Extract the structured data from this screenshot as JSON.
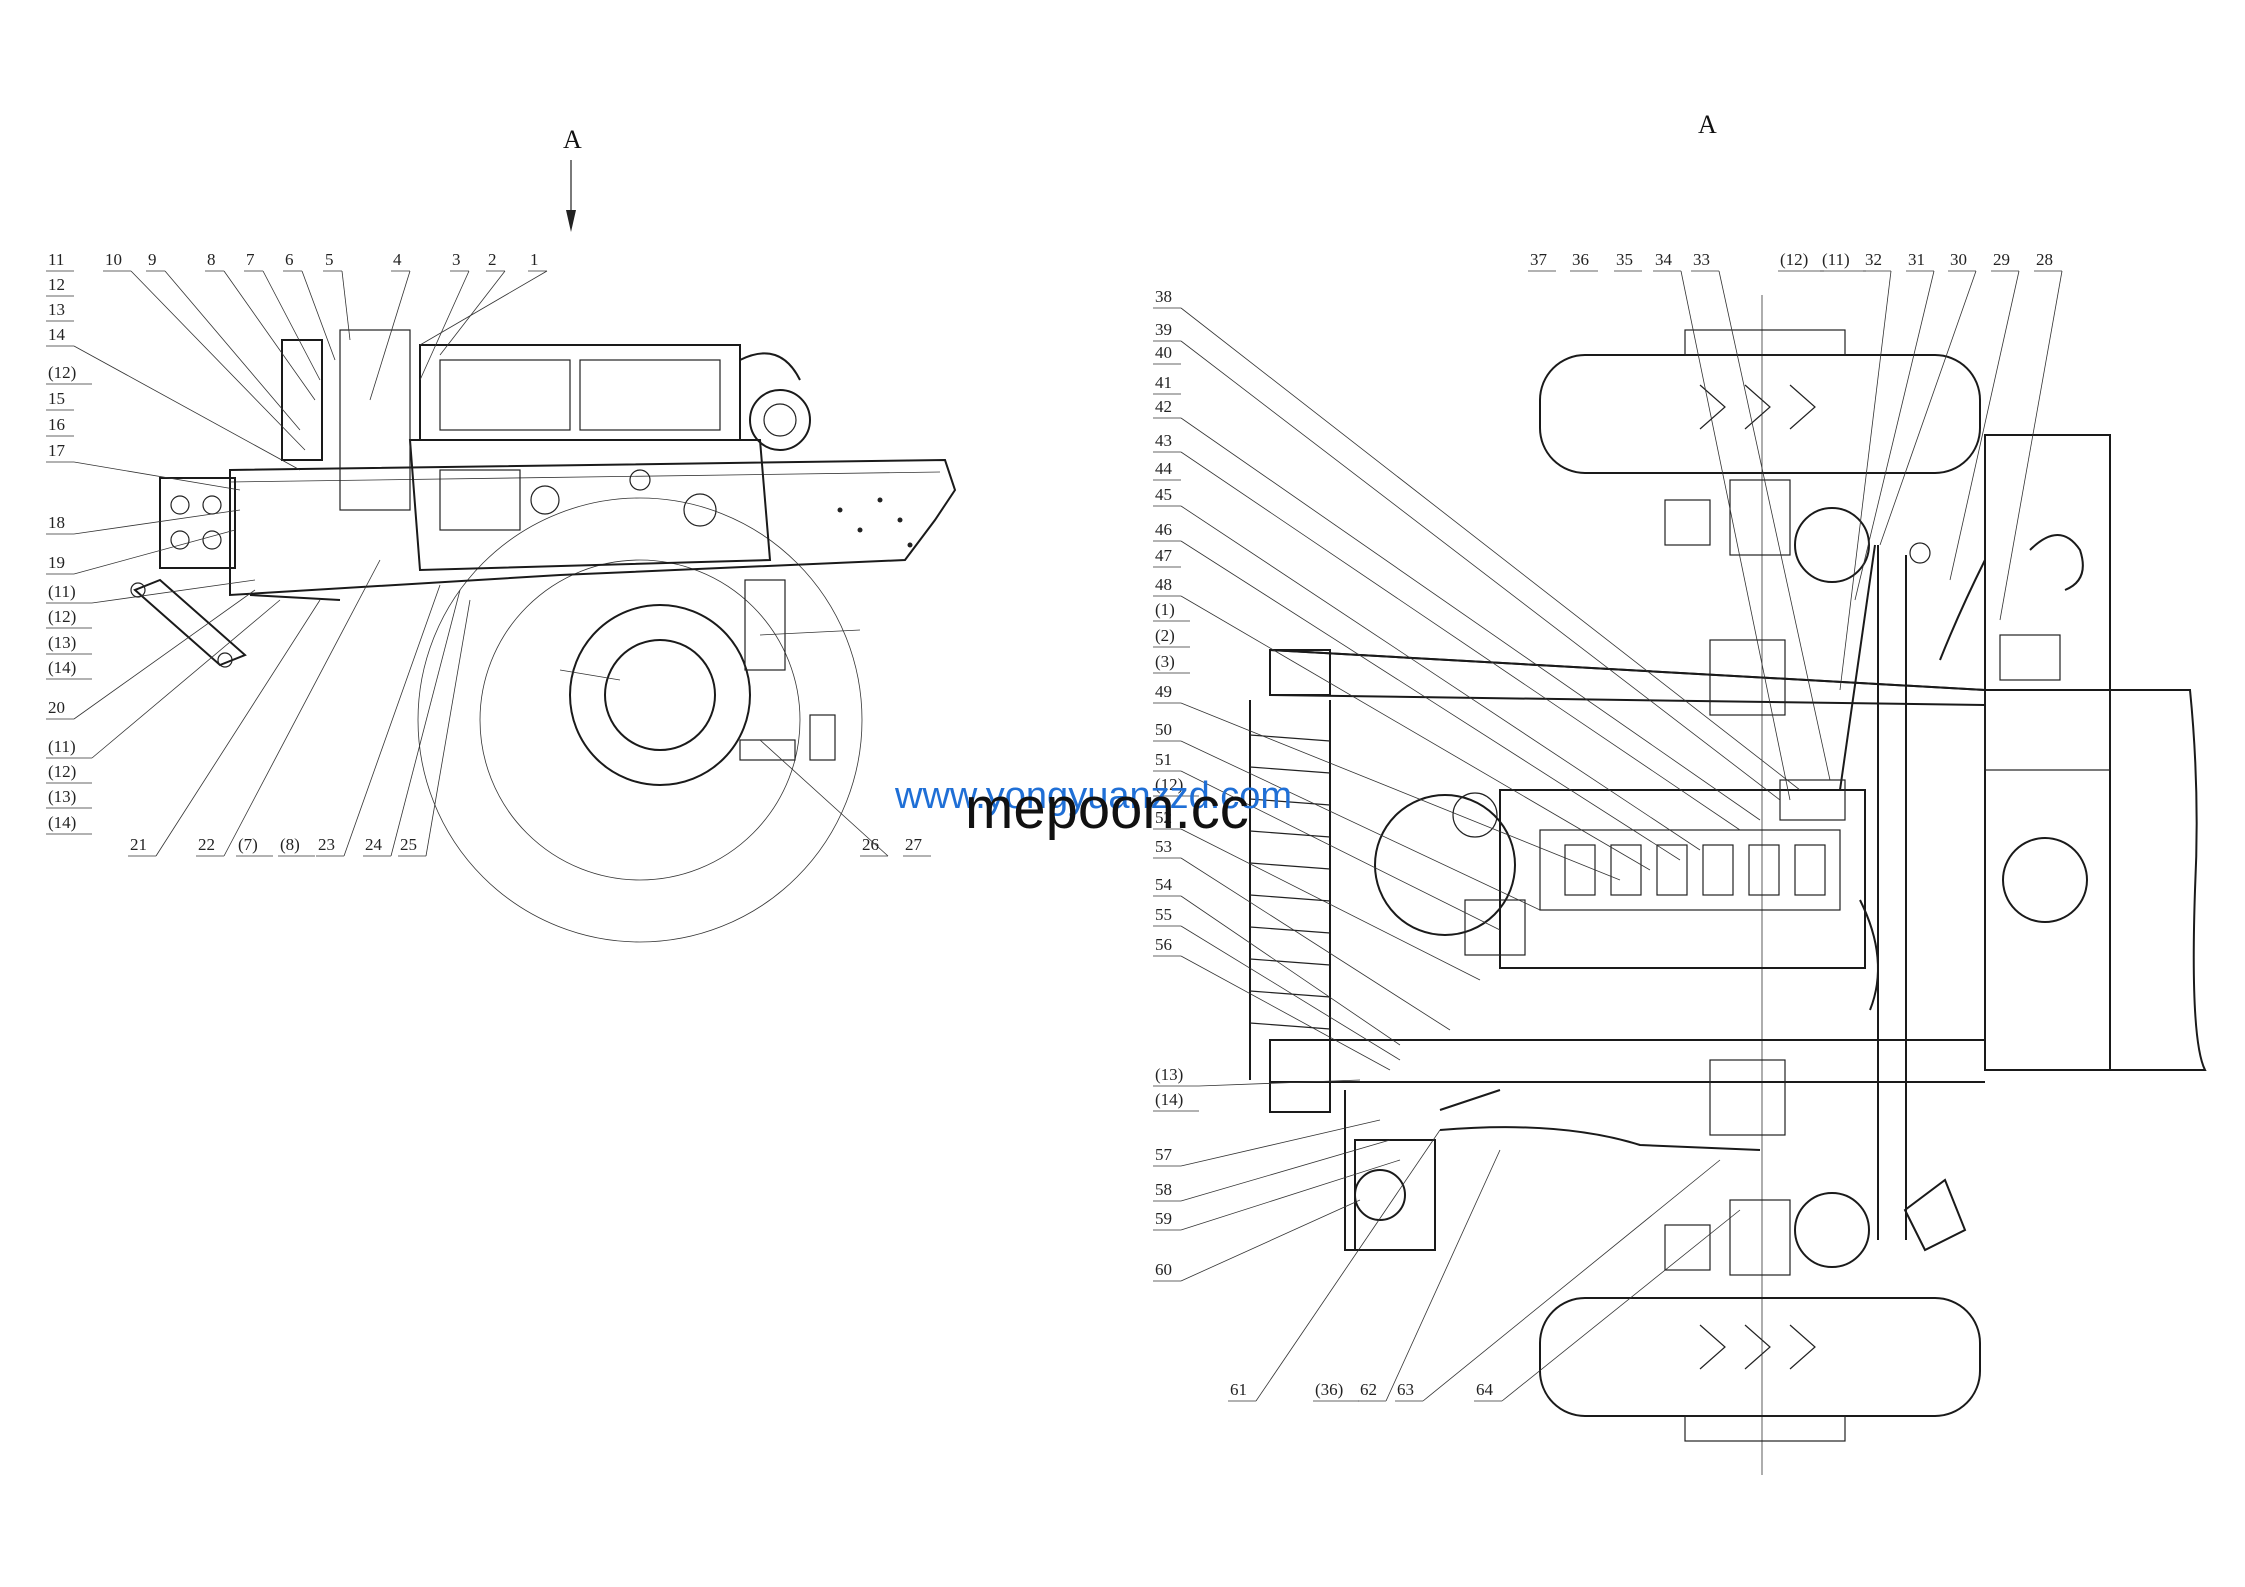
{
  "view_letters": [
    "A",
    "A"
  ],
  "left_labels": [
    "1",
    "2",
    "3",
    "4",
    "5",
    "6",
    "7",
    "8",
    "9",
    "10",
    "11",
    "12",
    "13",
    "14",
    "(12)",
    "15",
    "16",
    "17",
    "18",
    "19",
    "(11)",
    "(12)",
    "(13)",
    "(14)",
    "20",
    "(11)",
    "(12)",
    "(13)",
    "(14)",
    "21",
    "22",
    "(7)",
    "(8)",
    "23",
    "24",
    "25",
    "26",
    "27"
  ],
  "right_labels": [
    "28",
    "29",
    "30",
    "31",
    "32",
    "(11)",
    "(12)",
    "33",
    "34",
    "35",
    "36",
    "37",
    "38",
    "39",
    "40",
    "41",
    "42",
    "43",
    "44",
    "45",
    "46",
    "47",
    "48",
    "(1)",
    "(2)",
    "(3)",
    "49",
    "50",
    "51",
    "(12)",
    "52",
    "53",
    "54",
    "55",
    "56",
    "(13)",
    "(14)",
    "57",
    "58",
    "59",
    "60",
    "61",
    "(36)",
    "62",
    "63",
    "64"
  ],
  "watermark": {
    "line1": "www.yongyuanzzd.com",
    "line2": "mepoon.cc",
    "color": "#1f6fd6"
  }
}
